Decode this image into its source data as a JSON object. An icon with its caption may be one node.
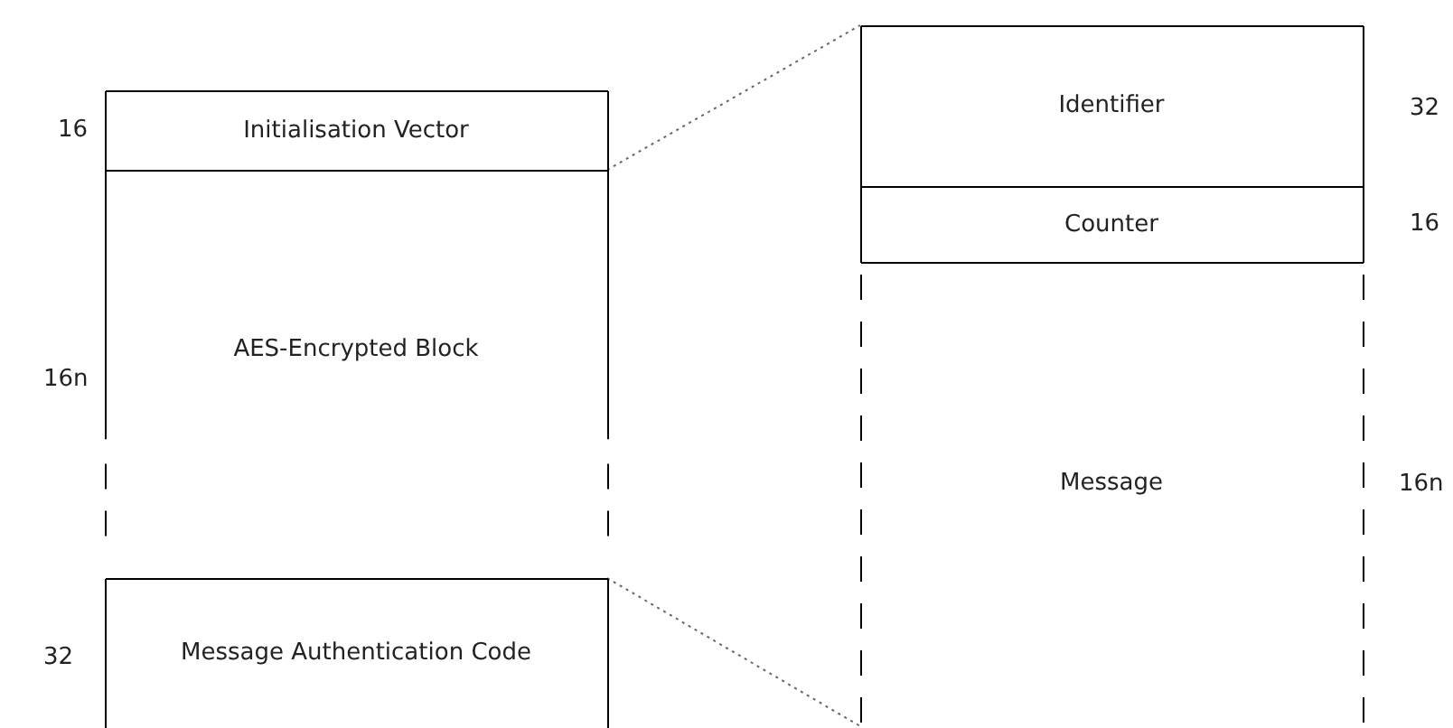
{
  "diagram": {
    "nodes": [
      {
        "text": [
          "Initialisation Vector"
        ],
        "beside": [
          "16"
        ]
      },
      {
        "text": [
          "AES-Encrypted Block"
        ],
        "beside": [
          "16n"
        ]
      },
      {
        "text": [
          "Message Authentication Code"
        ],
        "beside": [
          "32"
        ]
      },
      {
        "text": [
          "Identifier"
        ],
        "beside": [
          "32"
        ]
      },
      {
        "text": [
          "Counter"
        ],
        "beside": [
          "16"
        ]
      },
      {
        "text": [
          "Message"
        ],
        "beside": [
          "16n"
        ]
      }
    ],
    "edges": [
      {
        "from": 1,
        "to": 3,
        "arrow": "none",
        "style": "dashed"
      },
      {
        "from": 2,
        "to": 5,
        "arrow": "none",
        "style": "dashed"
      }
    ]
  }
}
